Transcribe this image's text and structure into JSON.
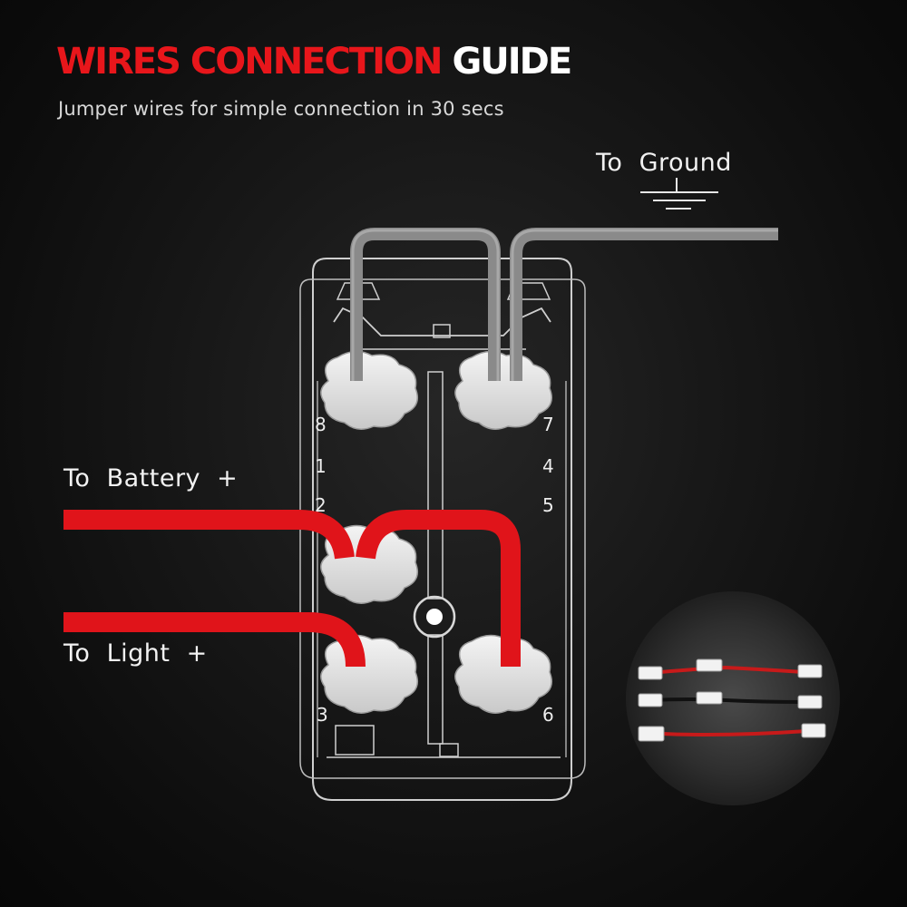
{
  "header": {
    "title_red": "WIRES CONNECTION",
    "title_white": "GUIDE",
    "subtitle": "Jumper wires for simple connection in 30 secs"
  },
  "labels": {
    "ground": "To  Ground",
    "battery": "To  Battery  +",
    "light": "To  Light  +"
  },
  "pins": {
    "p8": "8",
    "p1": "1",
    "p2": "2",
    "p3": "3",
    "p7": "7",
    "p4": "4",
    "p5": "5",
    "p6": "6"
  },
  "colors": {
    "wire_red": "#e0141a",
    "wire_gray": "#8a8a8a",
    "outline": "#d0d0d0",
    "title_red": "#e8161b"
  },
  "icons": [
    "ground-symbol-icon",
    "jumper-wires-inset"
  ]
}
